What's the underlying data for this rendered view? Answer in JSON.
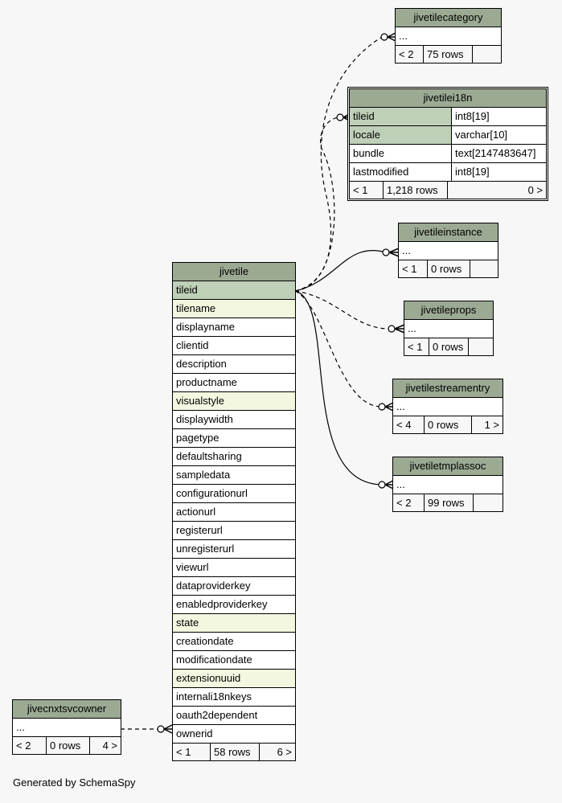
{
  "generated_by": "Generated by SchemaSpy",
  "tables": {
    "jivetilecategory": {
      "name": "jivetilecategory",
      "rows": [
        "..."
      ],
      "footer": [
        "< 2",
        "75 rows",
        ""
      ]
    },
    "jivetilei18n": {
      "name": "jivetilei18n",
      "columns": [
        {
          "name": "tileid",
          "type": "int8[19]"
        },
        {
          "name": "locale",
          "type": "varchar[10]"
        },
        {
          "name": "bundle",
          "type": "text[2147483647]"
        },
        {
          "name": "lastmodified",
          "type": "int8[19]"
        }
      ],
      "footer": [
        "< 1",
        "1,218 rows",
        "0 >"
      ]
    },
    "jivetileinstance": {
      "name": "jivetileinstance",
      "rows": [
        "..."
      ],
      "footer": [
        "< 1",
        "0 rows",
        ""
      ]
    },
    "jivetileprops": {
      "name": "jivetileprops",
      "rows": [
        "..."
      ],
      "footer": [
        "< 1",
        "0 rows",
        ""
      ]
    },
    "jivetilestreamentry": {
      "name": "jivetilestreamentry",
      "rows": [
        "..."
      ],
      "footer": [
        "< 4",
        "0 rows",
        "1 >"
      ]
    },
    "jivetiletmplassoc": {
      "name": "jivetiletmplassoc",
      "rows": [
        "..."
      ],
      "footer": [
        "< 2",
        "99 rows",
        ""
      ]
    },
    "jivetile": {
      "name": "jivetile",
      "rows": [
        "tileid",
        "tilename",
        "displayname",
        "clientid",
        "description",
        "productname",
        "visualstyle",
        "displaywidth",
        "pagetype",
        "defaultsharing",
        "sampledata",
        "configurationurl",
        "actionurl",
        "registerurl",
        "unregisterurl",
        "viewurl",
        "dataproviderkey",
        "enabledproviderkey",
        "state",
        "creationdate",
        "modificationdate",
        "extensionuuid",
        "internali18nkeys",
        "oauth2dependent",
        "ownerid"
      ],
      "footer": [
        "< 1",
        "58 rows",
        "6 >"
      ]
    },
    "jivecnxtsvcowner": {
      "name": "jivecnxtsvcowner",
      "rows": [
        "..."
      ],
      "footer": [
        "< 2",
        "0 rows",
        "4 >"
      ]
    }
  },
  "colors": {
    "header": "#9caa94",
    "primary_key": "#bfd0b8",
    "indexed": "#f4f7e0",
    "background": "#f7f7f7"
  }
}
